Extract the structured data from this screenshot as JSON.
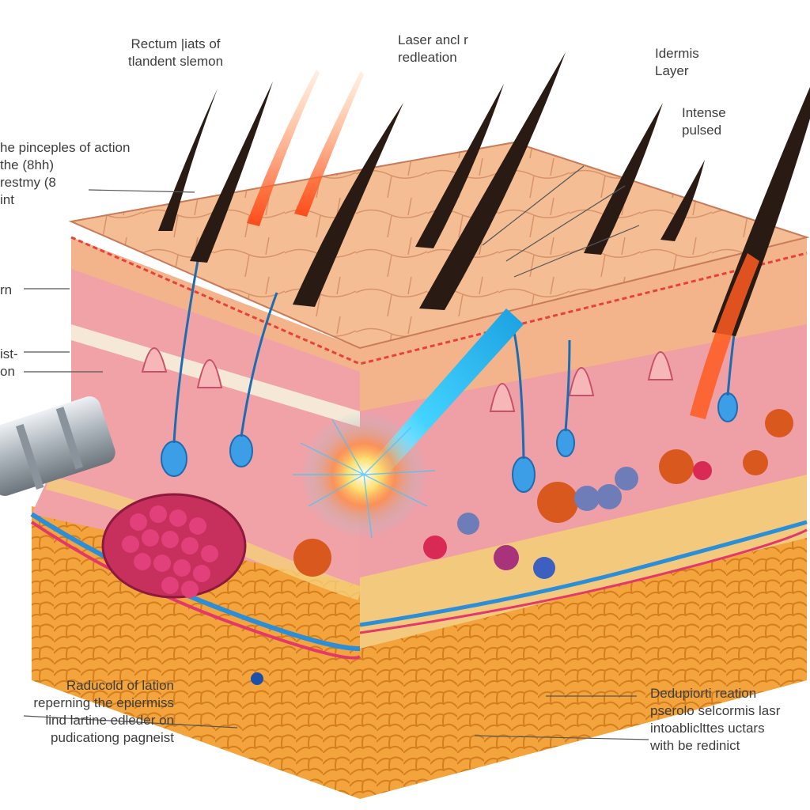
{
  "labels": {
    "top_left": [
      "Rectum |iats of",
      "tlandent slemon"
    ],
    "top_center": [
      "Laser   ancl r",
      "redleation"
    ],
    "top_right": [
      "Idermis",
      "Layer"
    ],
    "intense": [
      "Intense",
      "pulsed"
    ],
    "left_principles": [
      "he pinceples of action",
      "the (8hh)",
      "restmy (8",
      "int"
    ],
    "left_mid": [
      "rn"
    ],
    "left_lower": [
      "ist-",
      "on"
    ],
    "bottom_left": [
      "Raducold of lation",
      "reperning the epiermiss",
      "lind lartine edleder on",
      "pudicationg pagneist"
    ],
    "bottom_right": [
      "Dedupiorti  reation",
      "pserolo selcormis lasr",
      "intoabliclttes uctars",
      "with be redinict"
    ]
  },
  "colors": {
    "epidermis": "#f1b98e",
    "dermis": "#f0a3a8",
    "fat": "#f2a640",
    "hair": "#2a1a14",
    "laser_blue": "#3bbcf0",
    "laser_orange": "#ff6a2a"
  }
}
